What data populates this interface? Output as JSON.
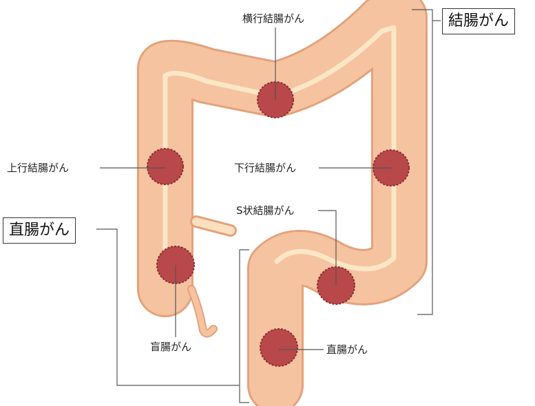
{
  "diagram": {
    "group_labels": {
      "colon_cancer": "結腸がん",
      "rectal_cancer": "直腸がん"
    },
    "tumor_labels": {
      "transverse": "横行結腸がん",
      "ascending": "上行結腸がん",
      "descending": "下行結腸がん",
      "sigmoid": "S状結腸がん",
      "cecum": "盲腸がん",
      "rectum": "直腸がん"
    },
    "colors": {
      "intestine_fill": "#f6c3a0",
      "intestine_outline": "#e3a27c",
      "intestine_highlight": "#fbe7c6",
      "tumor_fill": "#b8484a",
      "tumor_outline": "#8d2c30",
      "leader_line": "#555555"
    }
  }
}
